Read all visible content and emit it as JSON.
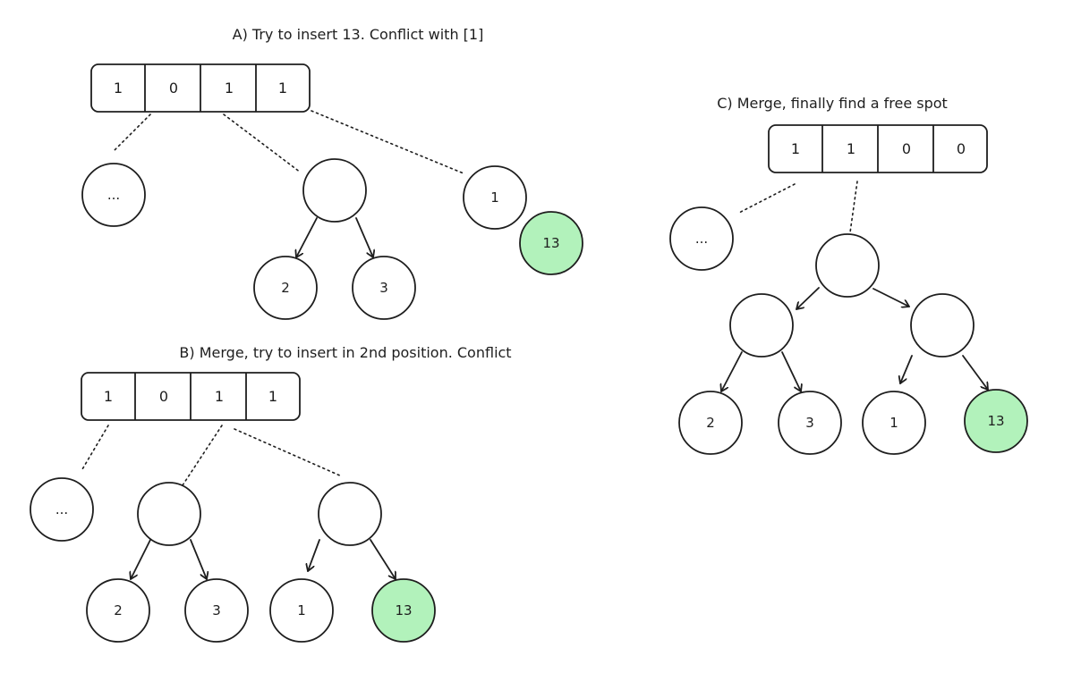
{
  "colors": {
    "stroke": "#1e1e1e",
    "new_node_fill": "#b2f2bb",
    "background": "#ffffff"
  },
  "panels": {
    "a": {
      "title": "A) Try to insert 13. Conflict with [1]",
      "cells": [
        "1",
        "0",
        "1",
        "1"
      ],
      "nodes": {
        "ellipsis": "...",
        "inner": "",
        "leaf_left": "2",
        "leaf_right": "3",
        "single": "1",
        "new": "13"
      }
    },
    "b": {
      "title": "B) Merge, try to insert in 2nd position. Conflict",
      "cells": [
        "1",
        "0",
        "1",
        "1"
      ],
      "nodes": {
        "ellipsis": "...",
        "inner_left": "",
        "inner_right": "",
        "leaf_1": "2",
        "leaf_2": "3",
        "leaf_3": "1",
        "new": "13"
      }
    },
    "c": {
      "title": "C) Merge, finally find a free spot",
      "cells": [
        "1",
        "1",
        "0",
        "0"
      ],
      "nodes": {
        "ellipsis": "...",
        "root": "",
        "inner_left": "",
        "inner_right": "",
        "leaf_1": "2",
        "leaf_2": "3",
        "leaf_3": "1",
        "new": "13"
      }
    }
  }
}
